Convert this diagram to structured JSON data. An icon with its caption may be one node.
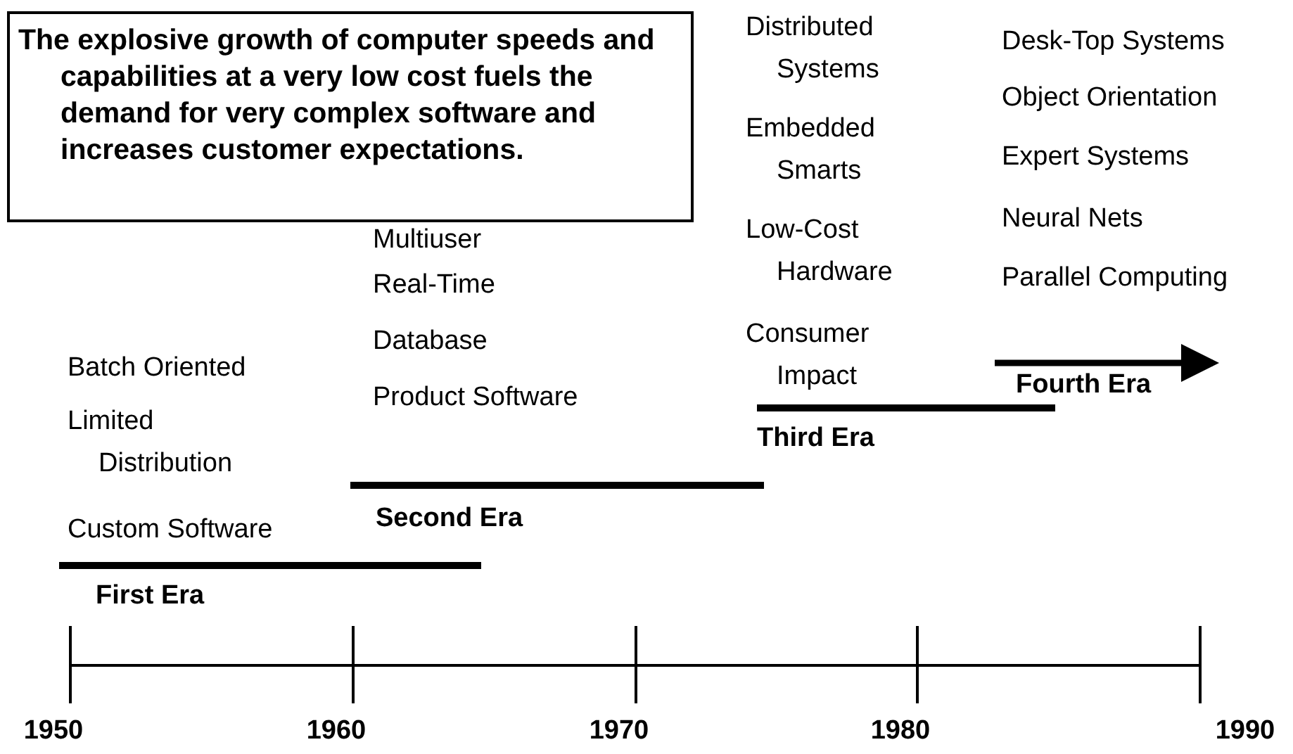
{
  "diagram": {
    "nodes": [
      {
        "text": [
          "The explosive growth of computer speeds and capabilities at a very low cost fuels the demand for very complex software and increases customer expectations."
        ]
      }
    ],
    "labels": [
      "Distributed Systems",
      "Desk-Top Systems",
      "Object Orientation",
      "Embedded Smarts",
      "Expert Systems",
      "Multiuser",
      "Low-Cost Hardware",
      "Neural Nets",
      "Real-Time",
      "Parallel Computing",
      "Consumer Impact",
      "Batch Oriented",
      "Database",
      "Fourth Era",
      "Limited Distribution",
      "Product Software",
      "Third Era",
      "Custom Software",
      "Second Era",
      "First Era",
      "1950",
      "1960",
      "1970",
      "1980",
      "1990"
    ]
  }
}
